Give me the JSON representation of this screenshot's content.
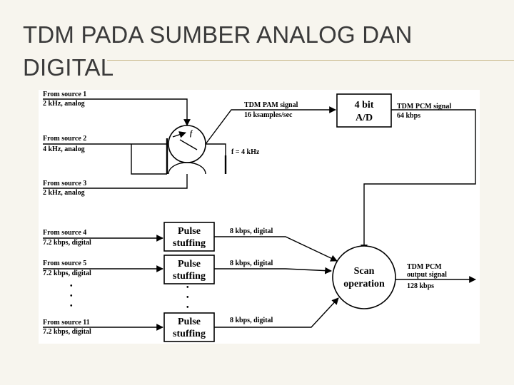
{
  "slide": {
    "title_line1": "TDM PADA SUMBER  ANALOG DAN",
    "title_line2": "DIGITAL"
  },
  "diagram": {
    "sources": [
      {
        "name": "From source 1",
        "spec": "2 kHz, analog"
      },
      {
        "name": "From source 2",
        "spec": "4 kHz, analog"
      },
      {
        "name": "From source 3",
        "spec": "2 kHz, analog"
      },
      {
        "name": "From source 4",
        "spec": "7.2 kbps, digital"
      },
      {
        "name": "From source 5",
        "spec": "7.2 kbps, digital"
      },
      {
        "name": "From source 11",
        "spec": "7.2 kbps, digital"
      }
    ],
    "pam_signal": {
      "line1": "TDM PAM signal",
      "line2": "16 ksamples/sec"
    },
    "ad_box": {
      "line1": "4 bit",
      "line2": "A/D"
    },
    "pcm_signal": {
      "line1": "TDM PCM signal",
      "line2": "64 kbps"
    },
    "commutator_f": "f",
    "frequency": "f = 4 kHz",
    "pulse_stuffing": {
      "line1": "Pulse",
      "line2": "stuffing"
    },
    "digital_rate": "8 kbps, digital",
    "scan": {
      "line1": "Scan",
      "line2": "operation"
    },
    "output": {
      "line1": "TDM PCM",
      "line2": "output signal",
      "line3": "128 kbps"
    },
    "ellipsis": "•"
  }
}
